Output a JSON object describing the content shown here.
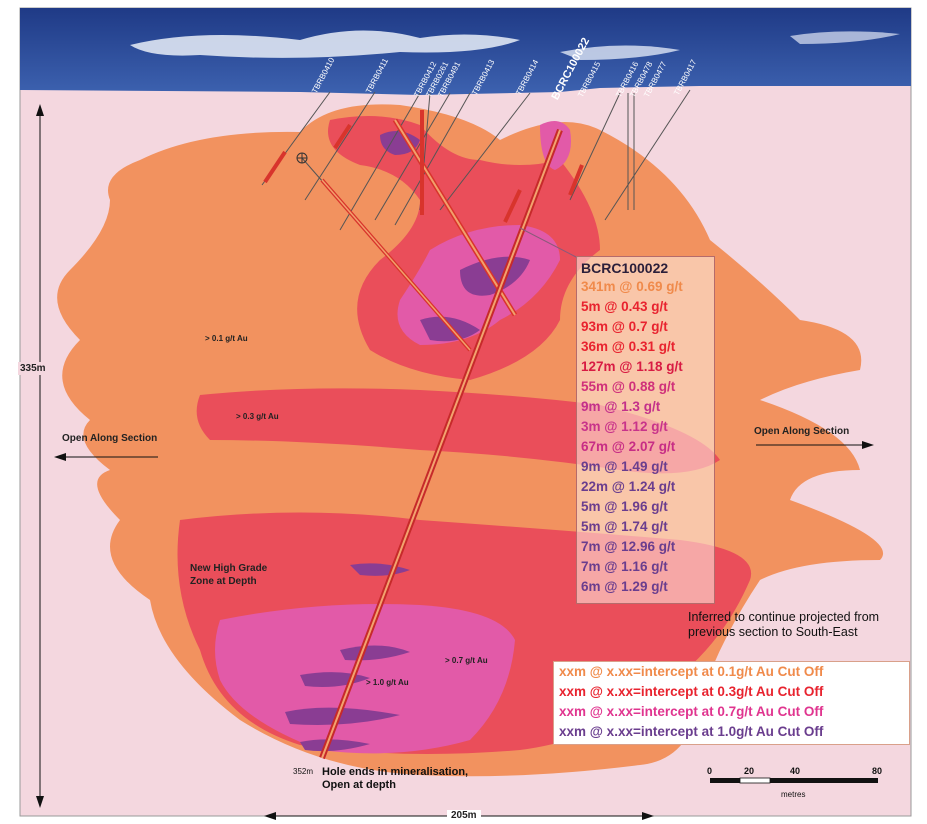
{
  "section": {
    "drillholes": [
      "TBRB0410",
      "TBRB0411",
      "TBRB0412",
      "TBRB0261",
      "TBRB0491",
      "TBRB0413",
      "TBRB0414",
      "BCRC100022",
      "TBRB0415",
      "TBRB0416",
      "TBRB0478",
      "TBRB0477",
      "TBRB0417"
    ],
    "zone_labels": {
      "z01": "> 0.1 g/t Au",
      "z03": "> 0.3 g/t Au",
      "z07": "> 0.7 g/t Au",
      "z10": "> 1.0 g/t Au"
    },
    "open_left": "Open Along Section",
    "open_right": "Open Along Section",
    "new_zone": "New High Grade\nZone at Depth",
    "height_label": "335m",
    "width_label": "205m",
    "depth_mark": "352m",
    "hole_ends": "Hole ends in mineralisation,\nOpen at depth",
    "inferred_note": "Inferred to continue projected from\nprevious section to South-East"
  },
  "intercepts": {
    "title": "BCRC100022",
    "rows": [
      {
        "text": "341m @ 0.69 g/t",
        "color": "#f08a4b"
      },
      {
        "text": "5m @ 0.43 g/t",
        "color": "#e8232f"
      },
      {
        "text": "93m @ 0.7 g/t",
        "color": "#e8232f"
      },
      {
        "text": "36m @ 0.31 g/t",
        "color": "#e8232f"
      },
      {
        "text": "127m @ 1.18 g/t",
        "color": "#d81b43"
      },
      {
        "text": "55m @ 0.88 g/t",
        "color": "#d0307a"
      },
      {
        "text": "9m @ 1.3 g/t",
        "color": "#c3308a"
      },
      {
        "text": "3m @ 1.12 g/t",
        "color": "#c8338a"
      },
      {
        "text": "67m @ 2.07 g/t",
        "color": "#c72d85"
      },
      {
        "text": "9m @ 1.49 g/t",
        "color": "#6a3d8e"
      },
      {
        "text": "22m @ 1.24 g/t",
        "color": "#6a3d8e"
      },
      {
        "text": "5m @ 1.96 g/t",
        "color": "#6a3d8e"
      },
      {
        "text": "5m @ 1.74 g/t",
        "color": "#6a3d8e"
      },
      {
        "text": "7m @ 12.96 g/t",
        "color": "#6a3d8e"
      },
      {
        "text": "7m @ 1.16 g/t",
        "color": "#6a3d8e"
      },
      {
        "text": "6m @ 1.29 g/t",
        "color": "#6a3d8e"
      }
    ]
  },
  "legend": {
    "rows": [
      {
        "text": "xxm @ x.xx=intercept at 0.1g/t Au Cut Off",
        "color": "#f08a4b"
      },
      {
        "text": "xxm @ x.xx=intercept at 0.3g/t Au Cut Off",
        "color": "#e8232f"
      },
      {
        "text": "xxm @ x.xx=intercept at 0.7g/t Au Cut Off",
        "color": "#e0358f"
      },
      {
        "text": "xxm @ x.xx=intercept at 1.0g/t Au Cut Off",
        "color": "#6a3d8e"
      }
    ]
  },
  "scale": {
    "ticks": [
      "0",
      "20",
      "40",
      "80"
    ],
    "unit": "metres"
  },
  "colors": {
    "background": "#f4d7df",
    "sky": "#2f4c98",
    "zone_01": "#f2925f",
    "zone_03": "#ea4e5a",
    "zone_07": "#e25aa8",
    "zone_10": "#8a3d93"
  }
}
